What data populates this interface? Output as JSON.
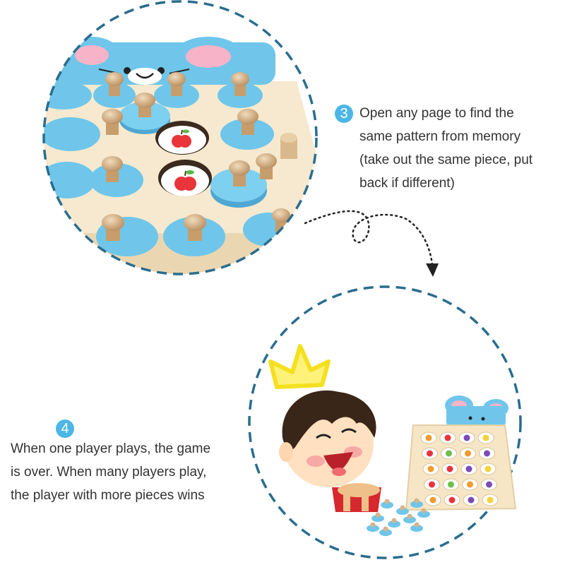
{
  "colors": {
    "accent": "#4cb6e6",
    "dash_circle": "#2a6d8f",
    "board_blue": "#6fc6ea",
    "board_wood": "#f6e9cf",
    "peg_wood": "#d6b58a",
    "crown": "#f5e020",
    "text": "#333333"
  },
  "step3": {
    "number": "3",
    "lines": [
      "Open any page to find the",
      "same pattern from memory",
      "(take out the same piece, put",
      "back if different)"
    ]
  },
  "step4": {
    "number": "4",
    "lines": [
      "When one player plays, the game",
      "is over. When many players play,",
      "the player with more pieces wins"
    ]
  },
  "icons": {
    "apple": "apple-icon",
    "crown": "crown-icon",
    "arrow": "curly-arrow-icon"
  }
}
